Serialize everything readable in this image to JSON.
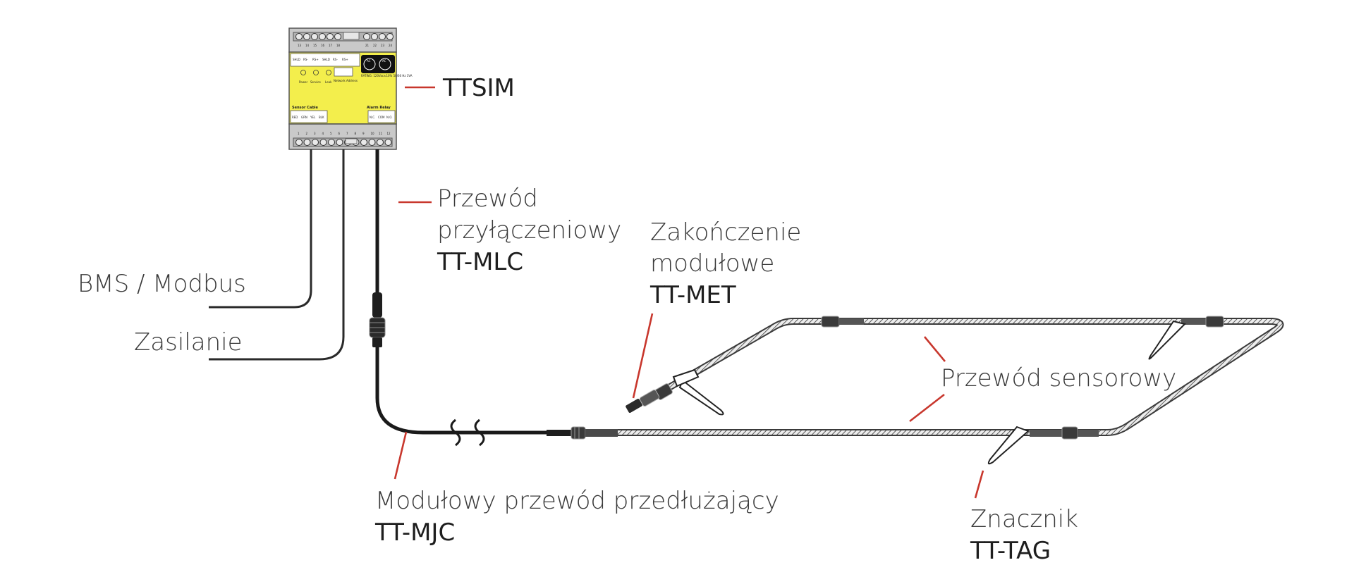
{
  "labels": {
    "ttsim": "TTSIM",
    "bms": "BMS / Modbus",
    "zasilanie": "Zasilanie",
    "mlc_line1": "Przewód",
    "mlc_line2": "przyłączeniowy",
    "mlc_code": "TT-MLC",
    "met_line1": "Zakończenie",
    "met_line2": "modułowe",
    "met_code": "TT-MET",
    "sensor": "Przewód sensorowy",
    "mjc_line": "Modułowy przewód przedłużający",
    "mjc_code": "TT-MJC",
    "tag_line": "Znacznik",
    "tag_code": "TT-TAG"
  },
  "unit": {
    "top_terminals": [
      "13",
      "14",
      "15",
      "16",
      "17",
      "18",
      "21",
      "22",
      "23",
      "24"
    ],
    "bottom_terminals": [
      "1",
      "2",
      "3",
      "4",
      "5",
      "6",
      "7",
      "8",
      "9",
      "10",
      "11",
      "12"
    ],
    "upper_labels": [
      "SHLD",
      "RS-",
      "RS+",
      "SHLD",
      "RS-",
      "RS+"
    ],
    "leds": [
      "Power",
      "Service",
      "Leak"
    ],
    "network_address": "Network Address",
    "rating": "RATING: 120Vac±10% 50/60 Hz 3VA",
    "ac_labels": [
      "AC",
      "AC"
    ],
    "sensor_cable_title": "Sensor Cable",
    "sensor_cable_pins": [
      "RED",
      "GRN",
      "YEL",
      "BLK"
    ],
    "alarm_relay_title": "Alarm Relay",
    "alarm_relay_pins": [
      "N.C.",
      "COM",
      "N.O."
    ]
  },
  "colors": {
    "leader": "#c8372d",
    "unit_yellow": "#f3ee4c",
    "unit_grey": "#c9c9c9",
    "cable": "#1a1a1a"
  }
}
